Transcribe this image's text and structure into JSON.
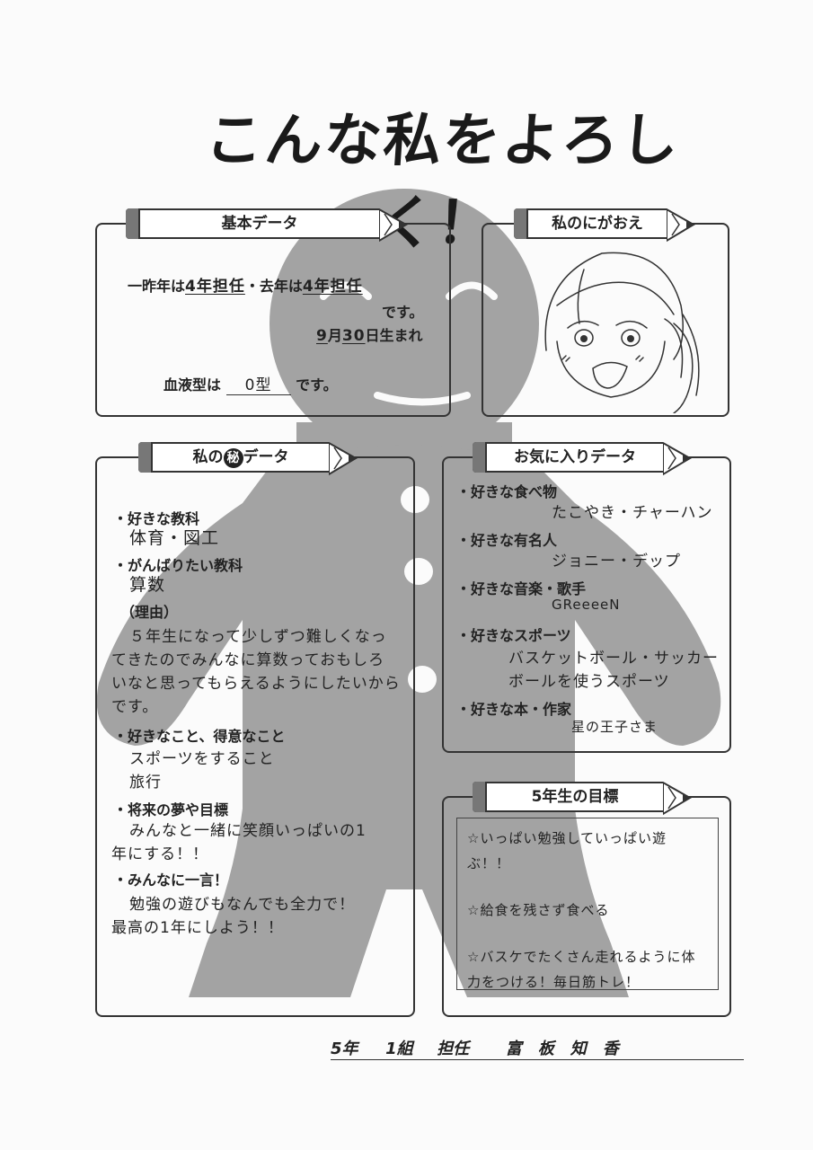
{
  "title": "こんな私をよろしく！",
  "basic": {
    "header": "基本データ",
    "prev2_prefix": "一昨年は",
    "prev2_value": "4年担任",
    "sep": "・",
    "prev1_prefix": "去年は",
    "prev1_value": "4年担任",
    "desu": "です。",
    "birth_month": "9",
    "birth_month_unit": "月",
    "birth_day": "30",
    "birth_suffix": "日生まれ",
    "blood_prefix": "血液型は",
    "blood_value": "0型",
    "blood_suffix": "です。"
  },
  "portrait": {
    "header": "私のにがおえ"
  },
  "secret": {
    "header_pre": "私の",
    "header_mark": "秘",
    "header_post": "データ",
    "lines": [
      "・好きな教科",
      "体育・図工",
      "・がんばりたい教科",
      "算数",
      "（理由）",
      "５年生になって少しずつ難しくなっ",
      "てきたのでみんなに算数っておもしろ",
      "いなと思ってもらえるようにしたいから",
      "です。",
      "・好きなこと、得意なこと",
      "スポーツをすること",
      "旅行",
      "・将来の夢や目標",
      "みんなと一緒に笑顔いっぱいの1",
      "年にする！！",
      "・みんなに一言！",
      "勉強の遊びもなんでも全力で！",
      "最高の1年にしよう！！"
    ]
  },
  "favorites": {
    "header": "お気に入りデータ",
    "lines": [
      "・好きな食べ物",
      "たこやき・チャーハン",
      "・好きな有名人",
      "ジョニー・デップ",
      "・好きな音楽・歌手",
      "GReeeeN",
      "・好きなスポーツ",
      "バスケットボール・サッカー",
      "ボールを使うスポーツ",
      "・好きな本・作家",
      "星の王子さま"
    ]
  },
  "goals": {
    "header": "5年生の目標",
    "lines": [
      "☆いっぱい勉強していっぱい遊",
      "ぶ！！",
      "☆給食を残さず食べる",
      "☆バスケでたくさん走れるように体",
      "力をつける！毎日筋トレ！"
    ]
  },
  "footer": {
    "grade": "5年",
    "class": "1組",
    "role": "担任",
    "name": "富　板　知　香"
  },
  "colors": {
    "figure": "#a3a3a3",
    "ink": "#222222",
    "paper": "#fbfbfb"
  }
}
